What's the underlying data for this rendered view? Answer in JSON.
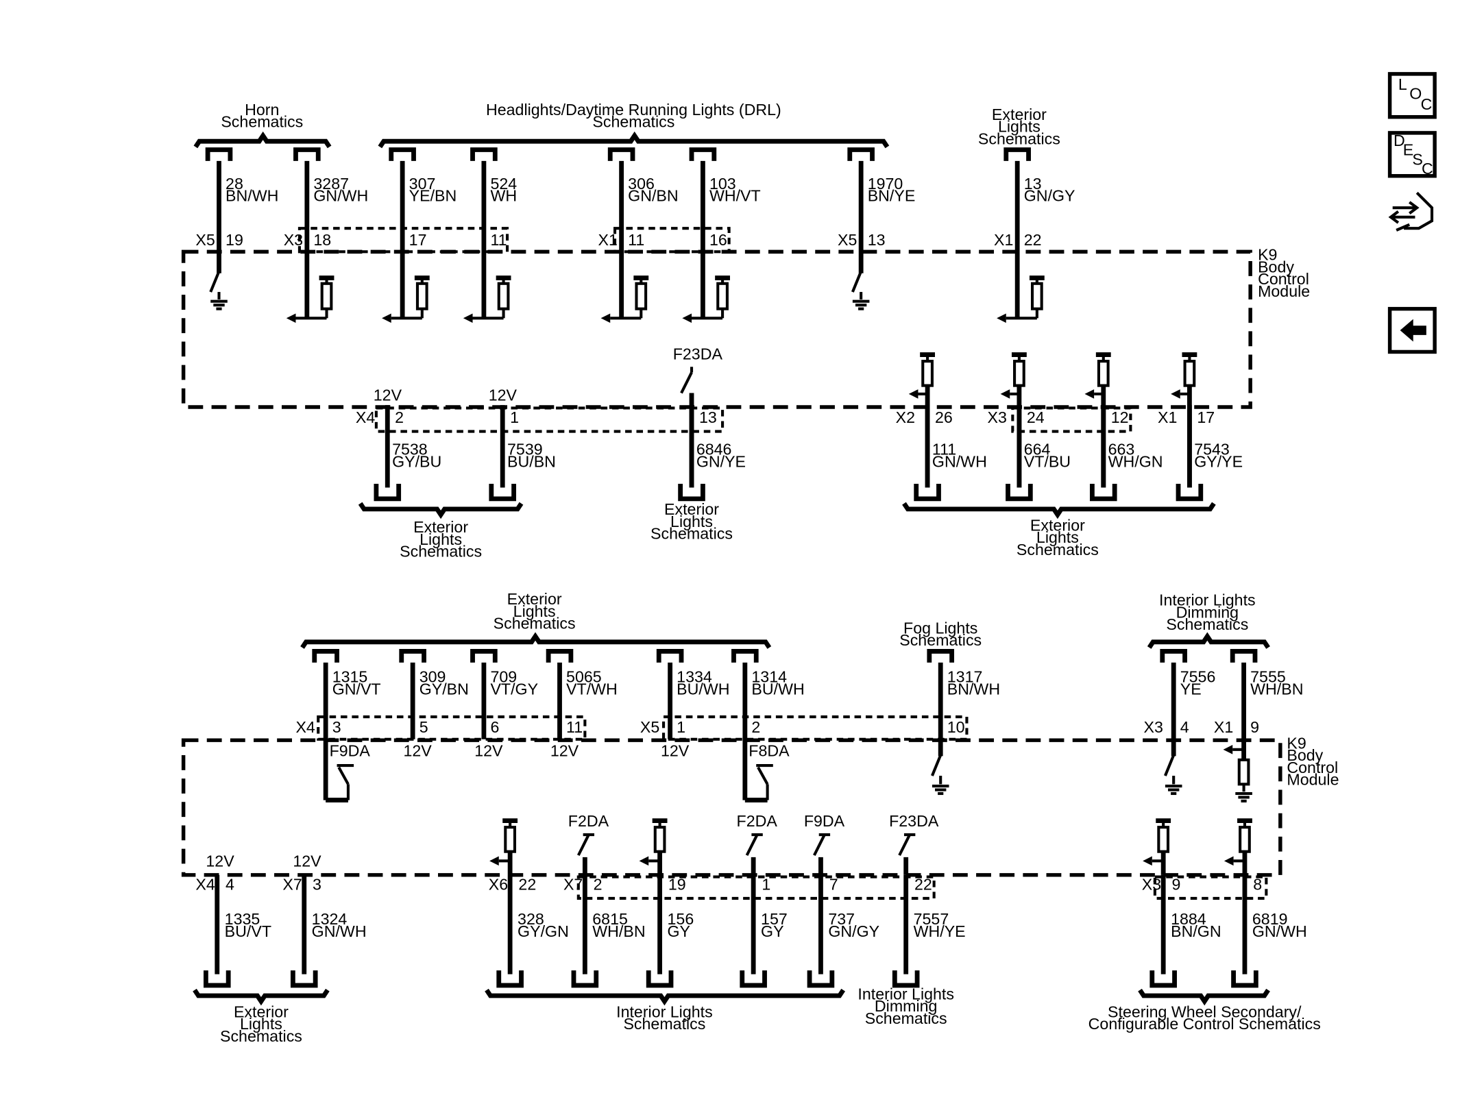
{
  "module": {
    "ref": "K9",
    "lines": [
      "Body",
      "Control",
      "Module"
    ]
  },
  "nav": {
    "loc_letters": [
      "L",
      "O",
      "C"
    ],
    "desc_letters": [
      "D",
      "E",
      "S",
      "C"
    ]
  },
  "top": {
    "dests_top": [
      {
        "lines": [
          "Horn",
          "Schematics"
        ]
      },
      {
        "lines": [
          "Headlights/Daytime Running Lights (DRL)",
          "Schematics"
        ]
      },
      {
        "lines": [
          "Exterior",
          "Lights",
          "Schematics"
        ]
      }
    ],
    "wires_top": [
      {
        "circuit": "28",
        "color": "BN/WH",
        "conn": "X5",
        "pin": "19"
      },
      {
        "circuit": "3287",
        "color": "GN/WH",
        "conn": "X3",
        "pin": "18"
      },
      {
        "circuit": "307",
        "color": "YE/BN",
        "conn": "",
        "pin": "17"
      },
      {
        "circuit": "524",
        "color": "WH",
        "conn": "",
        "pin": "11"
      },
      {
        "circuit": "306",
        "color": "GN/BN",
        "conn": "X1",
        "pin": "11"
      },
      {
        "circuit": "103",
        "color": "WH/VT",
        "conn": "",
        "pin": "16"
      },
      {
        "circuit": "1970",
        "color": "BN/YE",
        "conn": "X5",
        "pin": "13"
      },
      {
        "circuit": "13",
        "color": "GN/GY",
        "conn": "X1",
        "pin": "22"
      }
    ],
    "wires_bottom": [
      {
        "circuit": "7538",
        "color": "GY/BU",
        "conn": "X4",
        "pin": "2",
        "supply": "12V"
      },
      {
        "circuit": "7539",
        "color": "BU/BN",
        "conn": "",
        "pin": "1",
        "supply": "12V"
      },
      {
        "circuit": "6846",
        "color": "GN/YE",
        "conn": "",
        "pin": "13",
        "fuse": "F23DA"
      },
      {
        "circuit": "111",
        "color": "GN/WH",
        "conn": "X2",
        "pin": "26"
      },
      {
        "circuit": "664",
        "color": "VT/BU",
        "conn": "X3",
        "pin": "24"
      },
      {
        "circuit": "663",
        "color": "WH/GN",
        "conn": "",
        "pin": "12"
      },
      {
        "circuit": "7543",
        "color": "GY/YE",
        "conn": "X1",
        "pin": "17"
      }
    ],
    "dests_bottom": [
      {
        "lines": [
          "Exterior",
          "Lights",
          "Schematics"
        ]
      },
      {
        "lines": [
          "Exterior",
          "Lights",
          "Schematics"
        ]
      },
      {
        "lines": [
          "Exterior",
          "Lights",
          "Schematics"
        ]
      }
    ]
  },
  "bottom": {
    "dests_top": [
      {
        "lines": [
          "Exterior",
          "Lights",
          "Schematics"
        ]
      },
      {
        "lines": [
          "Fog Lights",
          "Schematics"
        ]
      },
      {
        "lines": [
          "Interior Lights",
          "Dimming",
          "Schematics"
        ]
      }
    ],
    "wires_top": [
      {
        "circuit": "1315",
        "color": "GN/VT",
        "conn": "X4",
        "pin": "3",
        "fuse": "F9DA"
      },
      {
        "circuit": "309",
        "color": "GY/BN",
        "conn": "",
        "pin": "5",
        "supply": "12V"
      },
      {
        "circuit": "709",
        "color": "VT/GY",
        "conn": "",
        "pin": "6",
        "supply": "12V"
      },
      {
        "circuit": "5065",
        "color": "VT/WH",
        "conn": "",
        "pin": "11",
        "supply": "12V"
      },
      {
        "circuit": "1334",
        "color": "BU/WH",
        "conn": "X5",
        "pin": "1",
        "supply": "12V"
      },
      {
        "circuit": "1314",
        "color": "BU/WH",
        "conn": "",
        "pin": "2",
        "fuse": "F8DA"
      },
      {
        "circuit": "1317",
        "color": "BN/WH",
        "conn": "",
        "pin": "10"
      },
      {
        "circuit": "7556",
        "color": "YE",
        "conn": "X3",
        "pin": "4"
      },
      {
        "circuit": "7555",
        "color": "WH/BN",
        "conn": "X1",
        "pin": "9"
      }
    ],
    "wires_bottom": [
      {
        "circuit": "1335",
        "color": "BU/VT",
        "conn": "X4",
        "pin": "4",
        "supply": "12V"
      },
      {
        "circuit": "1324",
        "color": "GN/WH",
        "conn": "X7",
        "pin": "3",
        "supply": "12V"
      },
      {
        "circuit": "328",
        "color": "GY/GN",
        "conn": "X6",
        "pin": "22"
      },
      {
        "circuit": "6815",
        "color": "WH/BN",
        "conn": "X7",
        "pin": "2",
        "fuse": "F2DA"
      },
      {
        "circuit": "156",
        "color": "GY",
        "conn": "",
        "pin": "19"
      },
      {
        "circuit": "157",
        "color": "GY",
        "conn": "",
        "pin": "1",
        "fuse": "F2DA"
      },
      {
        "circuit": "737",
        "color": "GN/GY",
        "conn": "",
        "pin": "7",
        "fuse": "F9DA"
      },
      {
        "circuit": "7557",
        "color": "WH/YE",
        "conn": "",
        "pin": "22",
        "fuse": "F23DA"
      },
      {
        "circuit": "1884",
        "color": "BN/GN",
        "conn": "X3",
        "pin": "9"
      },
      {
        "circuit": "6819",
        "color": "GN/WH",
        "conn": "",
        "pin": "8"
      }
    ],
    "dests_bottom": [
      {
        "lines": [
          "Exterior",
          "Lights",
          "Schematics"
        ]
      },
      {
        "lines": [
          "Interior Lights",
          "Schematics"
        ]
      },
      {
        "lines": [
          "Interior Lights",
          "Dimming",
          "Schematics"
        ]
      },
      {
        "lines": [
          "Steering Wheel Secondary/",
          "Configurable Control Schematics"
        ]
      }
    ]
  }
}
